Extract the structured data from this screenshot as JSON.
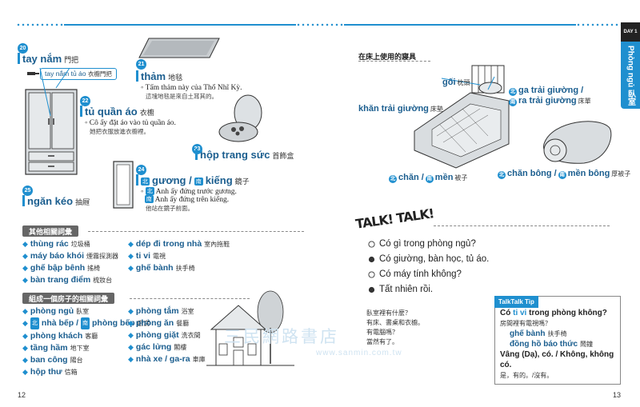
{
  "header": {
    "day": "DAY 1",
    "topic": "Phòng ngủ 臥室"
  },
  "pages": {
    "left": "12",
    "right": "13"
  },
  "vocab": [
    {
      "num": "20",
      "vi": "tay nắm",
      "zh": "門把"
    },
    {
      "num": "21",
      "vi": "thảm",
      "zh": "地毯",
      "ex_vi": "Tấm thảm này của Thổ Nhĩ Kỳ.",
      "ex_zh": "這塊地毯是來自土耳其的。"
    },
    {
      "num": "22",
      "vi": "tủ quần áo",
      "zh": "衣櫥",
      "ex_vi": "Cô ấy đặt áo vào tủ quần áo.",
      "ex_zh": "她把衣服放進衣櫥裡。"
    },
    {
      "num": "23",
      "vi": "hộp trang sức",
      "zh": "首飾盒"
    },
    {
      "num": "24",
      "vi": "gương / ",
      "vi2": "kiếng",
      "zh": "鏡子",
      "ex_vi": "Anh ấy đứng trước gương.",
      "ex_vi2": "Anh ấy đứng trên kiếng.",
      "ex_zh": "他站在鏡子前面。"
    },
    {
      "num": "25",
      "vi": "ngăn kéo",
      "zh": "抽屜"
    }
  ],
  "sub_pill": {
    "vi": "tay nắm tủ áo",
    "zh": "衣櫥門把"
  },
  "dialect_tags": {
    "north": "北",
    "south": "南"
  },
  "sections": {
    "other": "其他相關詞彙",
    "rooms": "組成一個房子的相關詞彙"
  },
  "other_words": {
    "col1": [
      {
        "vi": "thùng rác",
        "zh": "垃圾桶"
      },
      {
        "vi": "máy báo khói",
        "zh": "煙霧探測器"
      },
      {
        "vi": "ghế bập bênh",
        "zh": "搖椅"
      },
      {
        "vi": "bàn trang điểm",
        "zh": "梳妝台"
      }
    ],
    "col2": [
      {
        "vi": "dép đi trong nhà",
        "zh": "室內拖鞋"
      },
      {
        "vi": "ti vi",
        "zh": "電視"
      },
      {
        "vi": "ghế bành",
        "zh": "扶手椅"
      }
    ]
  },
  "room_words": {
    "col1": [
      {
        "vi": "phòng ngủ",
        "zh": "臥室"
      },
      {
        "vi": "nhà bếp / ",
        "vi2": "phòng bếp",
        "zh": "廚房"
      },
      {
        "vi": "phòng khách",
        "zh": "客廳"
      },
      {
        "vi": "tầng hầm",
        "zh": "地下室"
      },
      {
        "vi": "ban công",
        "zh": "陽台"
      },
      {
        "vi": "hộp thư",
        "zh": "信箱"
      }
    ],
    "col2": [
      {
        "vi": "phòng tắm",
        "zh": "浴室"
      },
      {
        "vi": "phòng ăn",
        "zh": "餐廳"
      },
      {
        "vi": "phòng giặt",
        "zh": "洗衣間"
      },
      {
        "vi": "gác lửng",
        "zh": "閣樓"
      },
      {
        "vi": "nhà xe / ga-ra",
        "zh": "車庫"
      }
    ]
  },
  "bed_section": {
    "title": "在床上使用的寢具",
    "labels": [
      {
        "vi": "gối",
        "zh": "枕頭"
      },
      {
        "vi": "khăn trải giường",
        "zh": "床墊"
      },
      {
        "vi": "ga trải giường /",
        "vi2": "ra trải giường",
        "zh": "床單"
      },
      {
        "vi": "chăn / ",
        "vi2": "mền",
        "zh": "被子"
      },
      {
        "vi": "chăn bông / ",
        "vi2": "mền bông",
        "zh": "厚被子"
      }
    ]
  },
  "talk": {
    "logo": "TALK! TALK!",
    "lines": [
      "Có gì trong phòng ngủ?",
      "Có giường, bàn học, tủ áo.",
      "Có máy tính không?",
      "Tất nhiên rồi."
    ],
    "trans": [
      "臥室裡有什麼？",
      "有床、書桌和衣櫥。",
      "有電腦嗎？",
      "當然有了。"
    ]
  },
  "tip": {
    "head": "TalkTalk Tip",
    "q_pre": "Có ",
    "q_hl": "ti vi",
    "q_post": " trong phòng không?",
    "q_zh": "房間裡有電視嗎？",
    "items": [
      {
        "vi": "ghế bành",
        "zh": "扶手椅"
      },
      {
        "vi": "đồng hồ báo thức",
        "zh": "鬧鐘"
      }
    ],
    "answer": "Vâng (Dạ), có. / Không, không có.",
    "answer_zh": "是，有的。/沒有。"
  },
  "watermark": {
    "text": "三民網路書店",
    "url": "www.sanmin.com.tw"
  }
}
